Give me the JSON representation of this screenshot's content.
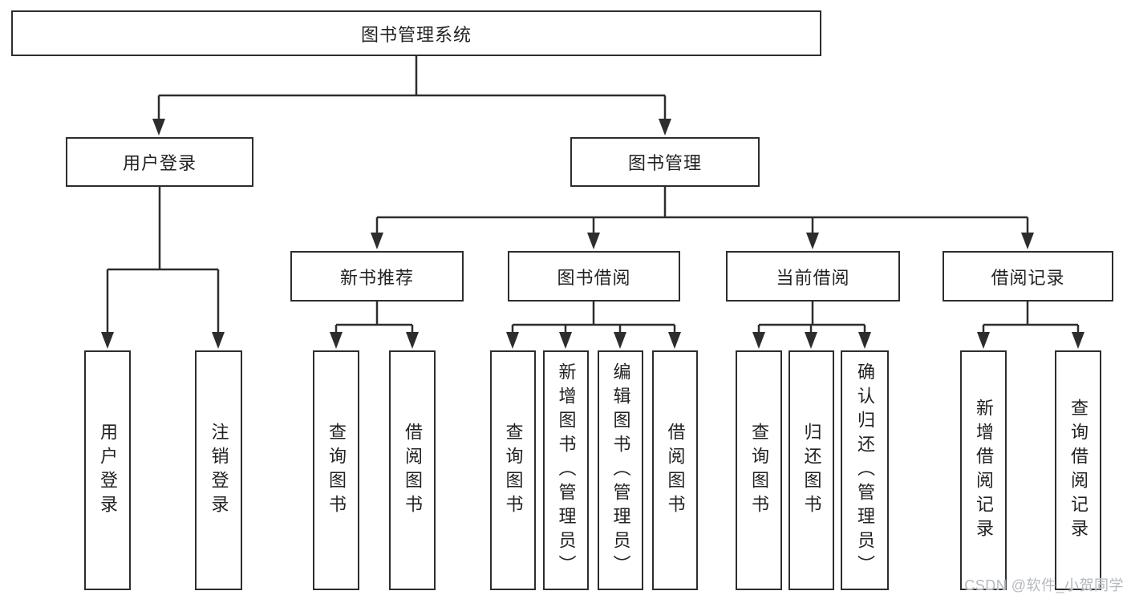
{
  "colors": {
    "background": "#ffffff",
    "line": "#2d2d2d",
    "box_border": "#2d2d2d",
    "box_fill": "#ffffff",
    "text": "#222222",
    "watermark": "#b4b8bf"
  },
  "nodes": {
    "root": "图书管理系统",
    "user_login": "用户登录",
    "book_mgmt": "图书管理",
    "new_book_rec": "新书推荐",
    "book_borrow": "图书借阅",
    "current_borrow": "当前借阅",
    "borrow_record": "借阅记录",
    "ul_user_login": "用户登录",
    "ul_logout": "注销登录",
    "nb_query_book": "查询图书",
    "nb_borrow_book": "借阅图书",
    "bb_query_book": "查询图书",
    "bb_add_book": "新增图书（管理员）",
    "bb_edit_book": "编辑图书（管理员）",
    "bb_borrow_book": "借阅图书",
    "cb_query_book": "查询图书",
    "cb_return_book": "归还图书",
    "cb_confirm_return": "确认归还（管理员）",
    "br_add_record": "新增借阅记录",
    "br_query_record": "查询借阅记录"
  },
  "hierarchy": [
    {
      "parent": "图书管理系统",
      "children": [
        "用户登录",
        "图书管理"
      ]
    },
    {
      "parent": "用户登录",
      "children": [
        "用户登录",
        "注销登录"
      ]
    },
    {
      "parent": "图书管理",
      "children": [
        "新书推荐",
        "图书借阅",
        "当前借阅",
        "借阅记录"
      ]
    },
    {
      "parent": "新书推荐",
      "children": [
        "查询图书",
        "借阅图书"
      ]
    },
    {
      "parent": "图书借阅",
      "children": [
        "查询图书",
        "新增图书（管理员）",
        "编辑图书（管理员）",
        "借阅图书"
      ]
    },
    {
      "parent": "当前借阅",
      "children": [
        "查询图书",
        "归还图书",
        "确认归还（管理员）"
      ]
    },
    {
      "parent": "借阅记录",
      "children": [
        "新增借阅记录",
        "查询借阅记录"
      ]
    }
  ],
  "watermark": {
    "text": "CSDN @软件_小贺同学"
  }
}
